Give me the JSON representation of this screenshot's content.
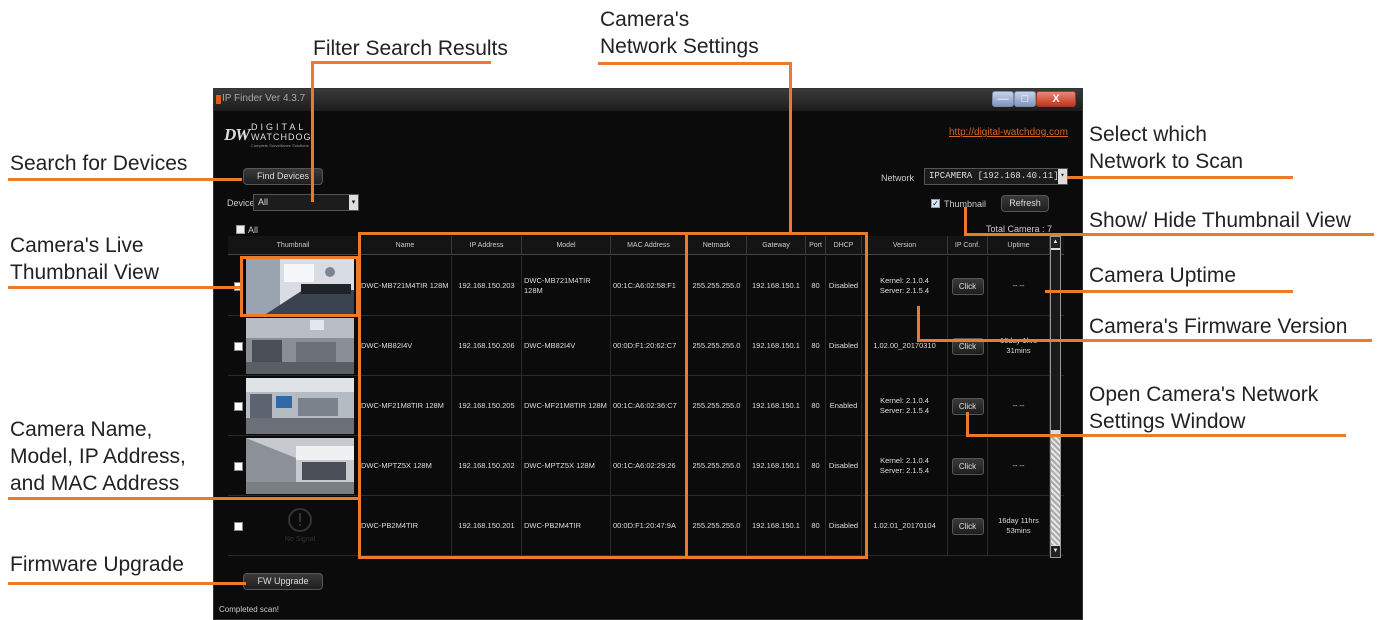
{
  "window": {
    "title": "IP Finder  Ver 4.3.7",
    "min_label": "—",
    "max_label": "□",
    "close_label": "X"
  },
  "logo": {
    "mark": "DW",
    "line1": "DIGITAL",
    "line2": "WATCHDOG",
    "tagline": "Complete Surveillance Solutions"
  },
  "link": "http://digital-watchdog.com",
  "toolbar": {
    "find_label": "Find Devices",
    "devices_label": "Devices",
    "devices_value": "All",
    "network_label": "Network",
    "network_value": "IPCAMERA [192.168.40.11]",
    "thumbnail_label": "Thumbnail",
    "thumbnail_checked": true,
    "refresh_label": "Refresh",
    "all_label": "All",
    "total_label": "Total Camera : 7"
  },
  "table": {
    "headers": [
      "Thumbnail",
      "Name",
      "IP Address",
      "Model",
      "MAC Address",
      "Netmask",
      "Gateway",
      "Port",
      "DHCP",
      "Version",
      "IP Conf.",
      "Uptime"
    ],
    "rows": [
      {
        "name": "DWC-MB721M4TIR 128M",
        "ip": "192.168.150.203",
        "model": "DWC-MB721M4TIR 128M",
        "mac": "00:1C:A6:02:58:F1",
        "netmask": "255.255.255.0",
        "gateway": "192.168.150.1",
        "port": "80",
        "dhcp": "Disabled",
        "version": "Kernel: 2.1.0.4\nServer: 2.1.5.4",
        "conf": "Click",
        "uptime": "-- --",
        "thumb": "office"
      },
      {
        "name": "DWC-MB82I4V",
        "ip": "192.168.150.206",
        "model": "DWC-MB82I4V",
        "mac": "00:0D:F1:20:62:C7",
        "netmask": "255.255.255.0",
        "gateway": "192.168.150.1",
        "port": "80",
        "dhcp": "Disabled",
        "version": "1.02.00_20170310",
        "conf": "Click",
        "uptime": "16day 1hrs 31mins",
        "thumb": "room"
      },
      {
        "name": "DWC-MF21M8TIR 128M",
        "ip": "192.168.150.205",
        "model": "DWC-MF21M8TIR 128M",
        "mac": "00:1C:A6:02:36:C7",
        "netmask": "255.255.255.0",
        "gateway": "192.168.150.1",
        "port": "80",
        "dhcp": "Enabled",
        "version": "Kernel: 2.1.0.4\nServer: 2.1.5.4",
        "conf": "Click",
        "uptime": "-- --",
        "thumb": "lab"
      },
      {
        "name": "DWC-MPTZ5X 128M",
        "ip": "192.168.150.202",
        "model": "DWC-MPTZ5X 128M",
        "mac": "00:1C:A6:02:29:26",
        "netmask": "255.255.255.0",
        "gateway": "192.168.150.1",
        "port": "80",
        "dhcp": "Disabled",
        "version": "Kernel: 2.1.0.4\nServer: 2.1.5.4",
        "conf": "Click",
        "uptime": "-- --",
        "thumb": "hall"
      },
      {
        "name": "DWC-PB2M4TIR",
        "ip": "192.168.150.201",
        "model": "DWC-PB2M4TIR",
        "mac": "00:0D:F1:20:47:9A",
        "netmask": "255.255.255.0",
        "gateway": "192.168.150.1",
        "port": "80",
        "dhcp": "Disabled",
        "version": "1.02.01_20170104",
        "conf": "Click",
        "uptime": "16day 11hrs 53mins",
        "thumb": "nosignal"
      }
    ],
    "no_signal_label": "No Signal"
  },
  "fw_upgrade_label": "FW Upgrade",
  "status_text": "Completed scan!",
  "annotations": {
    "network_settings": "Camera's\nNetwork Settings",
    "filter": "Filter Search Results",
    "search": "Search for Devices",
    "live_thumb": "Camera's Live\nThumbnail View",
    "name_model": "Camera Name,\nModel, IP Address,\nand MAC Address",
    "fw_upgrade": "Firmware Upgrade",
    "select_network": "Select which\nNetwork to Scan",
    "show_hide": "Show/ Hide Thumbnail View",
    "uptime": "Camera Uptime",
    "firmware_version": "Camera's Firmware Version",
    "open_settings": "Open Camera's Network\nSettings Window"
  },
  "colors": {
    "accent": "#ec7a2a",
    "window_bg": "#0b0b0b",
    "link": "#d9651e"
  }
}
